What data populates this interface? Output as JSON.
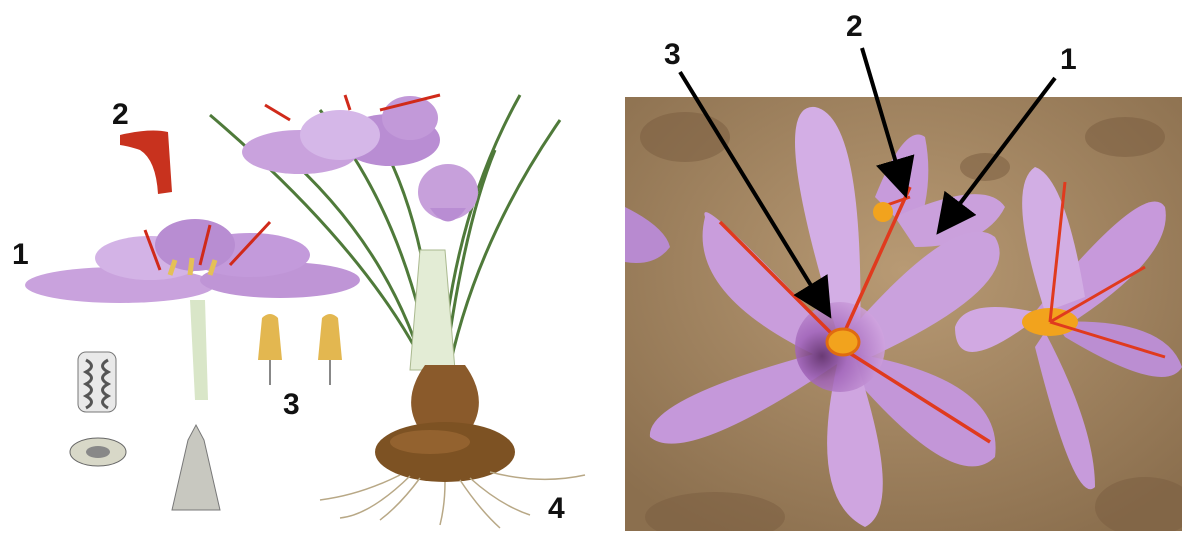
{
  "illustration": {
    "labels": {
      "one": "1",
      "two": "2",
      "three": "3",
      "four": "4"
    }
  },
  "photo": {
    "labels": {
      "one": "1",
      "two": "2",
      "three": "3"
    }
  },
  "colors": {
    "petal": "#c79ad9",
    "petal_dark": "#8a4fa6",
    "stigma": "#e03a1e",
    "anther": "#f0a020",
    "leaf": "#4f7a3a",
    "bulb": "#7a4f22",
    "soil": "#a88a64"
  }
}
